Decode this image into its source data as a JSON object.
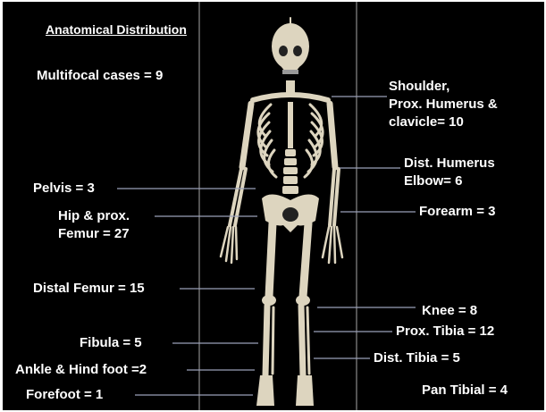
{
  "title": "Anatomical Distribution",
  "multifocal": "Multifocal cases = 9",
  "labels": {
    "shoulder_1": "Shoulder,",
    "shoulder_2": "Prox. Humerus &",
    "shoulder_3": "clavicle= 10",
    "dist_humerus_1": "Dist. Humerus",
    "dist_humerus_2": "Elbow= 6",
    "pelvis": "Pelvis = 3",
    "hip_1": "Hip & prox.",
    "hip_2": "Femur = 27",
    "forearm": "Forearm = 3",
    "distal_femur": "Distal Femur = 15",
    "knee": "Knee = 8",
    "prox_tibia": "Prox. Tibia = 12",
    "fibula": "Fibula = 5",
    "ankle": "Ankle & Hind foot =2",
    "dist_tibia": "Dist. Tibia = 5",
    "forefoot": "Forefoot = 1",
    "pan_tibial": "Pan Tibial = 4"
  },
  "colors": {
    "background": "#000000",
    "text": "#ffffff",
    "bone": "#ddd5bf",
    "leader_line": "#9aa0b8",
    "frame_line": "#7a7a7a"
  },
  "icons": [
    "skeleton-illustration"
  ]
}
